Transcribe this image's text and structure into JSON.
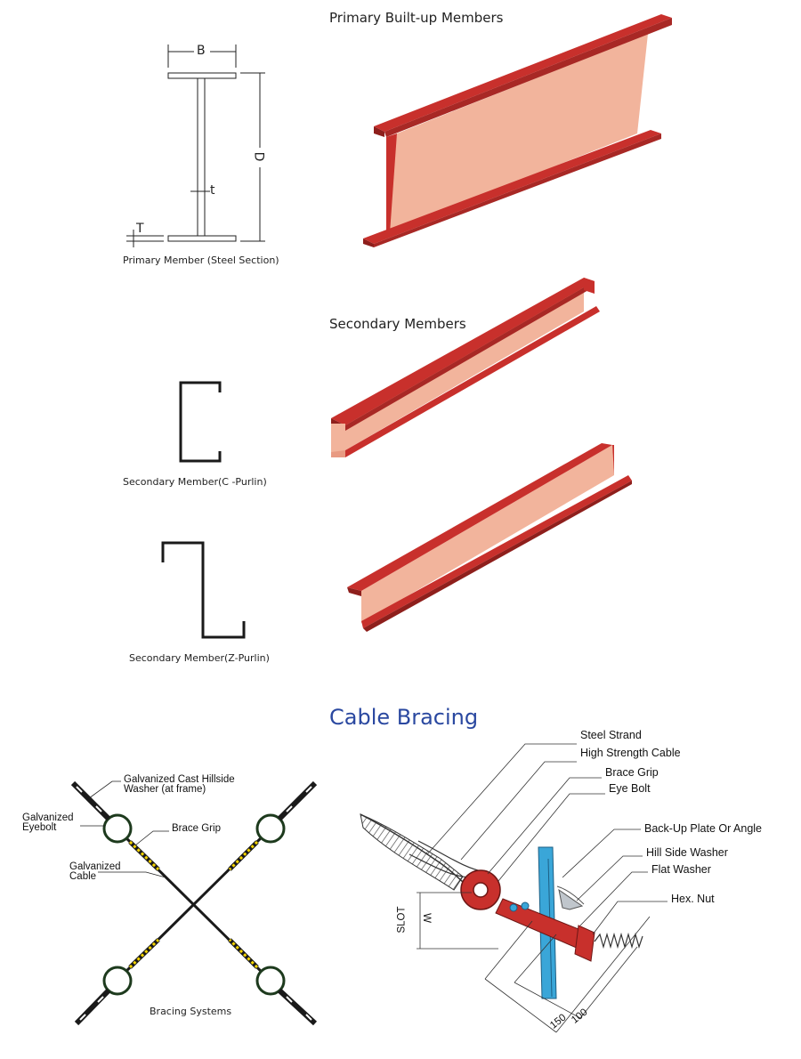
{
  "primary": {
    "heading": "Primary Built-up Members",
    "caption": "Primary Member (Steel Section)",
    "dims": {
      "b": "B",
      "d": "D",
      "t_web": "t",
      "t_flange": "T"
    }
  },
  "secondary": {
    "heading": "Secondary Members",
    "c_caption": "Secondary Member(C -Purlin)",
    "z_caption": "Secondary Member(Z-Purlin)"
  },
  "cable_bracing": {
    "title": "Cable Bracing",
    "system": {
      "hillside_washer_line1": "Galvanized Cast Hillside",
      "hillside_washer_line2": "Washer (at frame)",
      "eyebolt_line1": "Galvanized",
      "eyebolt_line2": "Eyebolt",
      "brace_grip": "Brace Grip",
      "cable_line1": "Galvanized",
      "cable_line2": "Cable",
      "caption": "Bracing Systems"
    },
    "detail": {
      "steel_strand": "Steel Strand",
      "high_strength_cable": "High Strength Cable",
      "brace_grip": "Brace Grip",
      "eye_bolt": "Eye Bolt",
      "backup_plate": "Back-Up Plate Or Angle",
      "hill_side_washer": "Hill Side Washer",
      "flat_washer": "Flat Washer",
      "hex_nut": "Hex. Nut",
      "slot": "SLOT",
      "w": "W",
      "dim_150": "150",
      "dim_100": "100"
    }
  },
  "colors": {
    "steel_red": "#c8302c",
    "steel_dark": "#8e1f1c",
    "web_pink": "#f2b49c",
    "cable_blue": "#2a48a0",
    "plate_blue": "#3aa6d8",
    "outline": "#1a1a1a"
  }
}
